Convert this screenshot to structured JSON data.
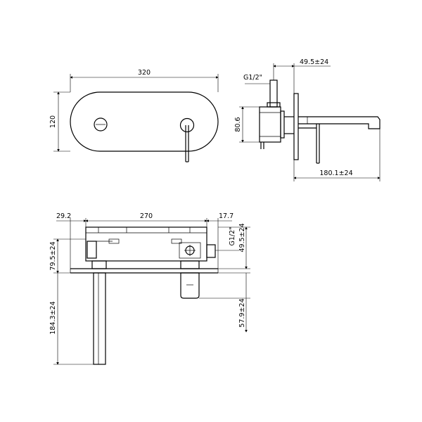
{
  "front_view": {
    "width_label": "320",
    "height_label": "120"
  },
  "side_view": {
    "thread_label": "G1/2\"",
    "depth_label": "49.5±24",
    "height_label": "80.6",
    "spout_label": "180.1±24"
  },
  "bottom_view": {
    "offset_left_label": "29.2",
    "span_label": "270",
    "offset_right_label": "17.7",
    "thread_label": "G1/2\"",
    "depth_label": "49.5±24",
    "upper_height_label": "79.5±24",
    "lower_height_label": "184.3±24",
    "handle_label": "57.9±24"
  }
}
